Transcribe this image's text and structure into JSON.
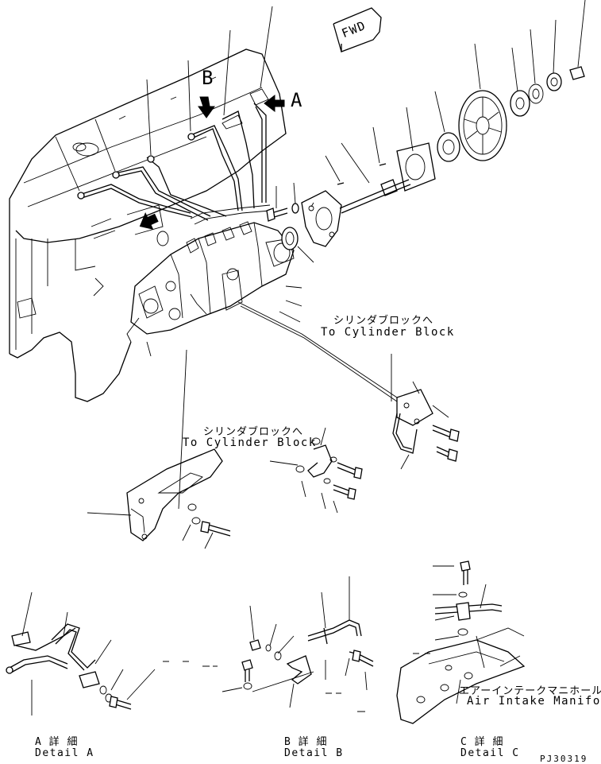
{
  "labels": {
    "callout_a": "A",
    "callout_b": "B",
    "fwd_arrow": "FWD",
    "to_cylinder_block_1_jp": "シリンダブロックへ",
    "to_cylinder_block_1_en": "To Cylinder Block",
    "to_cylinder_block_2_jp": "シリンダブロックへ",
    "to_cylinder_block_2_en": "To Cylinder Block",
    "air_intake_manifold_jp": "エアーインテークマニホールド",
    "air_intake_manifold_en": "Air Intake Manifold",
    "detail_a_jp": "A 詳 細",
    "detail_a_en": "Detail A",
    "detail_b_jp": "B 詳 細",
    "detail_b_en": "Detail B",
    "detail_c_jp": "C 詳 細",
    "detail_c_en": "Detail C",
    "drawing_code": "PJ30319"
  }
}
